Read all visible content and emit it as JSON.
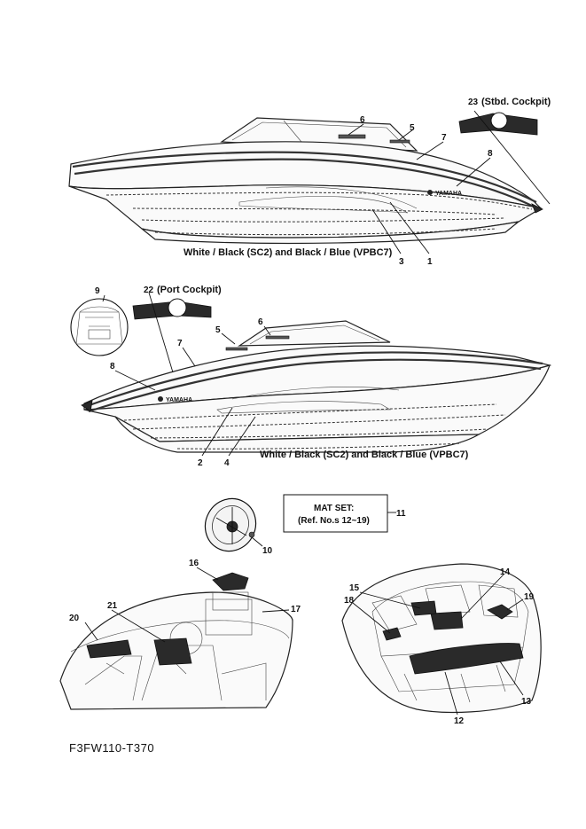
{
  "diagram": {
    "boat1_caption": "White / Black (SC2) and Black / Blue (VPBC7)",
    "boat2_caption": "White / Black (SC2) and Black / Blue (VPBC7)",
    "stbd_cockpit_label": "(Stbd. Cockpit)",
    "port_cockpit_label": "(Port Cockpit)",
    "mat_set_title": "MAT SET:",
    "mat_set_ref": "(Ref. No.s 12~19)",
    "figure_code": "F3FW110-T370",
    "brand_logo_text": "YAMAHA",
    "callouts": {
      "n1": "1",
      "n2": "2",
      "n3": "3",
      "n4": "4",
      "n5a": "5",
      "n5b": "5",
      "n6a": "6",
      "n6b": "6",
      "n7a": "7",
      "n7b": "7",
      "n8a": "8",
      "n8b": "8",
      "n9": "9",
      "n10": "10",
      "n11": "11",
      "n12": "12",
      "n13": "13",
      "n14": "14",
      "n15": "15",
      "n16": "16",
      "n17": "17",
      "n18": "18",
      "n19": "19",
      "n20": "20",
      "n21": "21",
      "n22": "22",
      "n23": "23"
    }
  }
}
